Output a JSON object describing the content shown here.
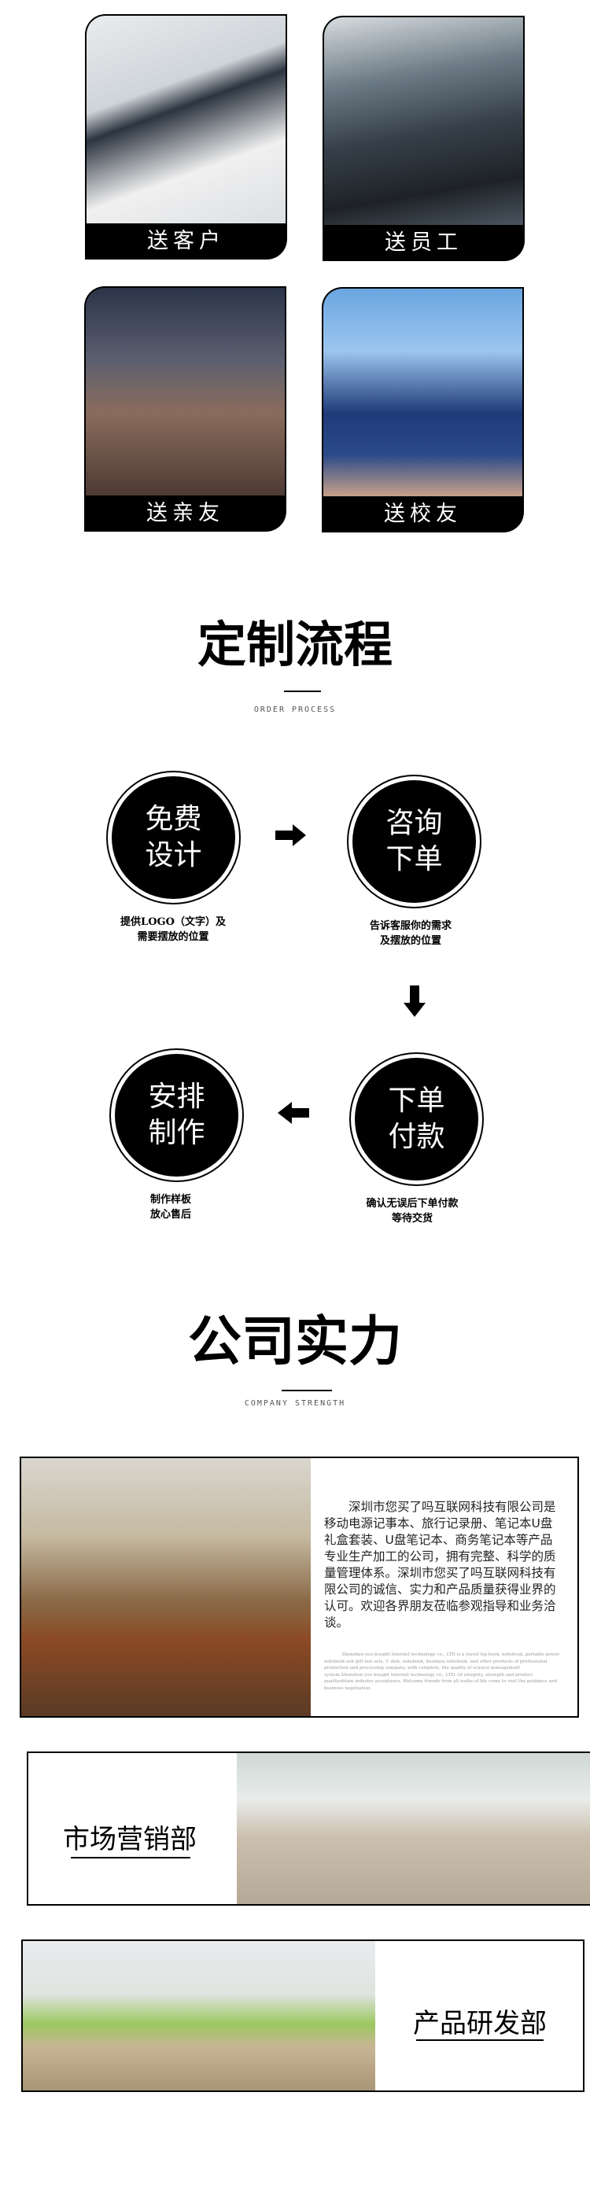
{
  "gift_cards": [
    {
      "label": "送客户"
    },
    {
      "label": "送员工"
    },
    {
      "label": "送亲友"
    },
    {
      "label": "送校友"
    }
  ],
  "process": {
    "title": "定制流程",
    "subtitle": "ORDER PROCESS",
    "steps": [
      {
        "line1": "免费",
        "line2": "设计",
        "caption1": "提供LOGO（文字）及",
        "caption2": "需要摆放的位置"
      },
      {
        "line1": "咨询",
        "line2": "下单",
        "caption1": "告诉客服你的需求",
        "caption2": "及摆放的位置"
      },
      {
        "line1": "下单",
        "line2": "付款",
        "caption1": "确认无误后下单付款",
        "caption2": "等待交货"
      },
      {
        "line1": "安排",
        "line2": "制作",
        "caption1": "制作样板",
        "caption2": "放心售后"
      }
    ]
  },
  "strength": {
    "title": "公司实力",
    "subtitle": "COMPANY STRENGTH",
    "intro_cn": "深圳市您买了吗互联网科技有限公司是移动电源记事本、旅行记录册、笔记本U盘礼盒套装、U盘笔记本、商务笔记本等产品专业生产加工的公司，拥有完整、科学的质量管理体系。深圳市您买了吗互联网科技有限公司的诚信、实力和产品质量获得业界的认可。欢迎各界朋友莅临参观指导和业务洽谈。",
    "intro_en": "Shenzhen you bought Internet technology co., LTD is a travel log book, notebook, portable power notebook usb gift box sets, U disk, notebook, business notebook, and other products of professional production and processing company, with complete, the quality of science management system.Shenzhen you bought Internet technology co., LTD. Of integrity, strength and product qualityobtain industry acceptance. Welcome friends from all walks of life come to visit the guidance and business negotiation.",
    "departments": [
      {
        "name": "市场营销部"
      },
      {
        "name": "产品研发部"
      }
    ]
  }
}
